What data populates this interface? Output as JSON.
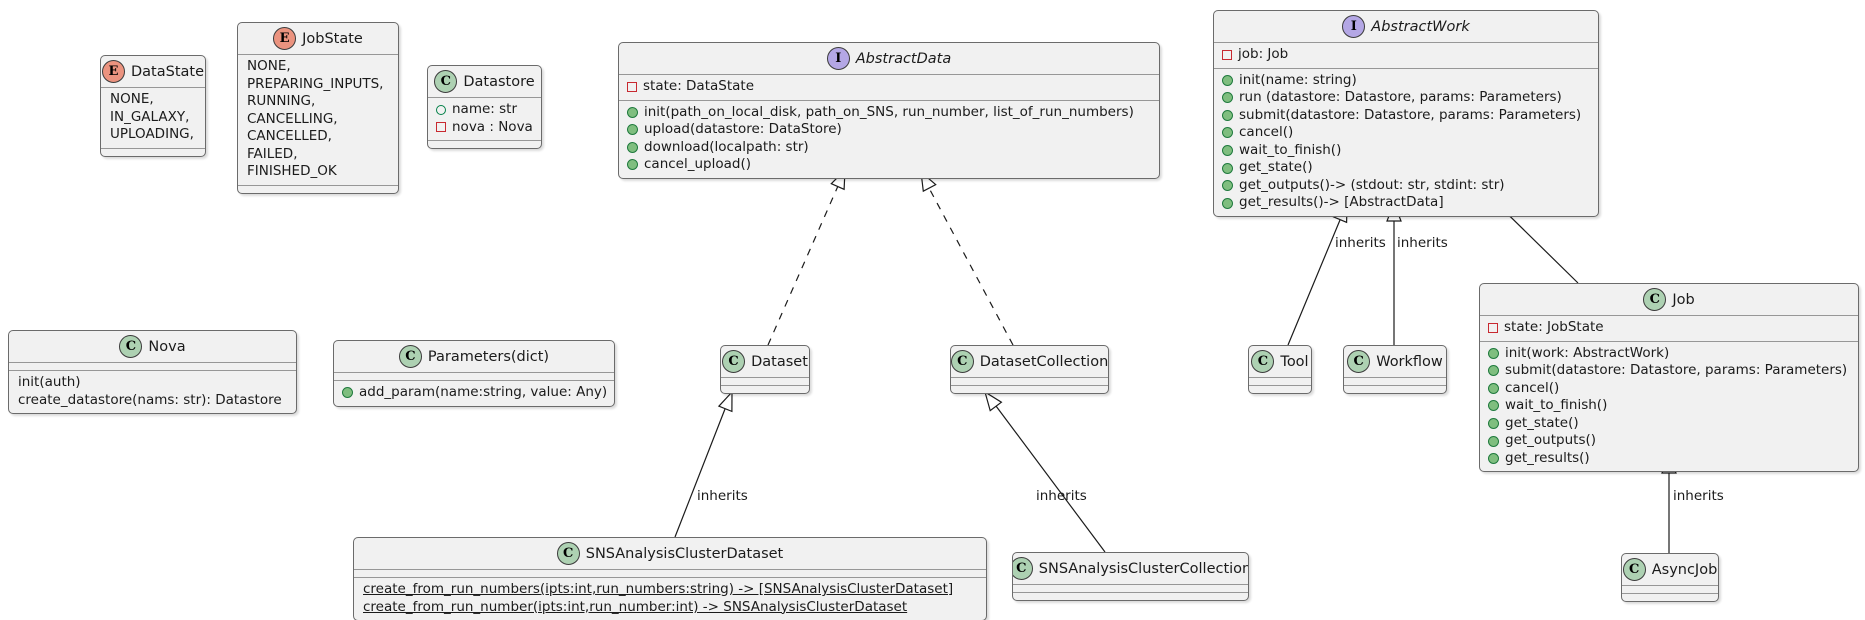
{
  "diagram": {
    "title": "UML class diagram",
    "colors": {
      "box_fill": "#F1F1F1",
      "box_border": "#6b6b6b",
      "spot_class_green": "#ADD1B2",
      "spot_interface_purple": "#B4A7E5",
      "spot_enum_orange": "#EB937F",
      "public_method_green": "#7FBE7F",
      "public_field_green": "#038048",
      "private_field_red": "#C82930"
    }
  },
  "classes": {
    "dataState": {
      "stereotype": "E",
      "name": "DataState",
      "values": [
        "NONE,",
        "IN_GALAXY,",
        "UPLOADING,"
      ]
    },
    "jobState": {
      "stereotype": "E",
      "name": "JobState",
      "values": [
        "NONE,",
        "PREPARING_INPUTS,",
        "RUNNING,",
        "CANCELLING,",
        "CANCELLED,",
        "FAILED,",
        "FINISHED_OK"
      ]
    },
    "datastore": {
      "stereotype": "C",
      "name": "Datastore",
      "fields": [
        {
          "vis": "public-field",
          "text": "name: str"
        },
        {
          "vis": "private-field",
          "text": "nova : Nova"
        }
      ]
    },
    "abstractData": {
      "stereotype": "I",
      "name": "AbstractData",
      "fields": [
        {
          "vis": "private-field",
          "text": "state: DataState"
        }
      ],
      "methods": [
        {
          "vis": "public-method",
          "text": "init(path_on_local_disk, path_on_SNS, run_number, list_of_run_numbers)"
        },
        {
          "vis": "public-method",
          "text": "upload(datastore: DataStore)"
        },
        {
          "vis": "public-method",
          "text": "download(localpath: str)"
        },
        {
          "vis": "public-method",
          "text": "cancel_upload()"
        }
      ]
    },
    "abstractWork": {
      "stereotype": "I",
      "name": "AbstractWork",
      "fields": [
        {
          "vis": "private-field",
          "text": "job: Job"
        }
      ],
      "methods": [
        {
          "vis": "public-method",
          "text": "init(name: string)"
        },
        {
          "vis": "public-method",
          "text": "run (datastore: Datastore, params: Parameters)"
        },
        {
          "vis": "public-method",
          "text": "submit(datastore: Datastore, params: Parameters)"
        },
        {
          "vis": "public-method",
          "text": "cancel()"
        },
        {
          "vis": "public-method",
          "text": "wait_to_finish()"
        },
        {
          "vis": "public-method",
          "text": "get_state()"
        },
        {
          "vis": "public-method",
          "text": "get_outputs()-> (stdout: str, stdint: str)"
        },
        {
          "vis": "public-method",
          "text": "get_results()-> [AbstractData]"
        }
      ]
    },
    "nova": {
      "stereotype": "C",
      "name": "Nova",
      "methods": [
        {
          "text": "init(auth)"
        },
        {
          "text": "create_datastore(nams: str): Datastore"
        }
      ]
    },
    "parameters": {
      "stereotype": "C",
      "name": "Parameters(dict)",
      "methods": [
        {
          "vis": "public-method",
          "text": "add_param(name:string, value: Any)"
        }
      ]
    },
    "dataset": {
      "stereotype": "C",
      "name": "Dataset"
    },
    "datasetCollection": {
      "stereotype": "C",
      "name": "DatasetCollection"
    },
    "tool": {
      "stereotype": "C",
      "name": "Tool"
    },
    "workflow": {
      "stereotype": "C",
      "name": "Workflow"
    },
    "job": {
      "stereotype": "C",
      "name": "Job",
      "fields": [
        {
          "vis": "private-field",
          "text": "state: JobState"
        }
      ],
      "methods": [
        {
          "vis": "public-method",
          "text": "init(work: AbstractWork)"
        },
        {
          "vis": "public-method",
          "text": "submit(datastore: Datastore, params: Parameters)"
        },
        {
          "vis": "public-method",
          "text": "cancel()"
        },
        {
          "vis": "public-method",
          "text": "wait_to_finish()"
        },
        {
          "vis": "public-method",
          "text": "get_state()"
        },
        {
          "vis": "public-method",
          "text": "get_outputs()"
        },
        {
          "vis": "public-method",
          "text": "get_results()"
        }
      ]
    },
    "snsDataset": {
      "stereotype": "C",
      "name": "SNSAnalysisClusterDataset",
      "methods": [
        {
          "static": true,
          "text": "create_from_run_numbers(ipts:int,run_numbers:string) -> [SNSAnalysisClusterDataset]"
        },
        {
          "static": true,
          "text": "create_from_run_number(ipts:int,run_number:int) -> SNSAnalysisClusterDataset"
        }
      ]
    },
    "snsCollection": {
      "stereotype": "C",
      "name": "SNSAnalysisClusterCollection"
    },
    "asyncJob": {
      "stereotype": "C",
      "name": "AsyncJob"
    }
  },
  "edges": {
    "sns_dataset_to_dataset": {
      "label": "inherits"
    },
    "sns_collection_to_dataset_collection": {
      "label": "inherits"
    },
    "tool_to_abstract_work": {
      "label": "inherits"
    },
    "workflow_to_abstract_work": {
      "label": "inherits"
    },
    "async_job_to_job": {
      "label": "inherits"
    }
  }
}
